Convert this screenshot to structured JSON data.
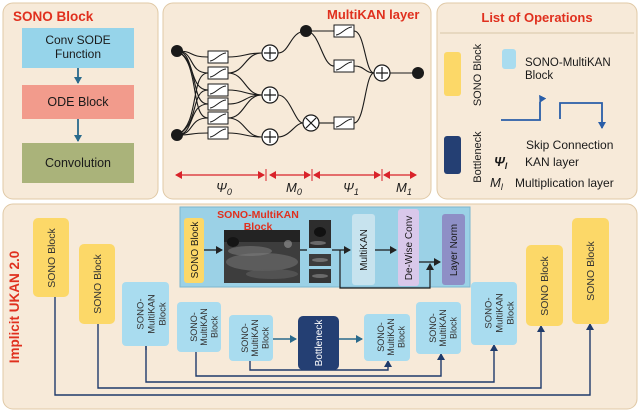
{
  "colors": {
    "panel_bg": "#f7ead9",
    "panel_border": "#e0c9a6",
    "title_red": "#e0301e",
    "conv_sode": "#96d4ea",
    "ode_block": "#f29b8c",
    "convolution": "#aab37a",
    "sono_yellow": "#fcd868",
    "sono_multikan": "#a9dcef",
    "bottleneck": "#243f73",
    "arrow_teal": "#2a6a8c",
    "arrow_navy": "#1f3b6b",
    "kan_red": "#d9232a"
  },
  "sono_block_panel": {
    "title": "SONO Block",
    "conv_sode": "Conv SODE\nFunction",
    "ode_block": "ODE Block",
    "convolution": "Convolution"
  },
  "multikan_panel": {
    "title": "MultiKAN layer",
    "labels": [
      {
        "sym": "Ψ",
        "sub": "0"
      },
      {
        "sym": "M",
        "sub": "0"
      },
      {
        "sym": "Ψ",
        "sub": "1"
      },
      {
        "sym": "M",
        "sub": "1"
      }
    ]
  },
  "operations_panel": {
    "title": "List of Operations",
    "sono_block": "SONO Block",
    "sono_multikan_block": "SONO-MultiKAN\nBlock",
    "bottleneck": "Bottleneck",
    "skip_connection": "Skip Connection",
    "kan_layer_sym": "Ψ",
    "kan_layer_sub": "l",
    "kan_layer": "KAN layer",
    "mult_layer_sym": "M",
    "mult_layer_sub": "l",
    "mult_layer": "Multiplication layer"
  },
  "ukan_panel": {
    "title": "Implicit UKAN 2.0",
    "sono_block": "SONO Block",
    "sono_multikan_block": "SONO-\nMultiKAN\nBlock",
    "bottleneck": "Bottleneck",
    "inset": {
      "title": "SONO-MultiKAN\nBlock",
      "sono_block": "SONO Block",
      "multikan": "MultiKAN",
      "dewise_conv": "De-Wise Conv",
      "layer_norm": "Layer Norm"
    }
  }
}
